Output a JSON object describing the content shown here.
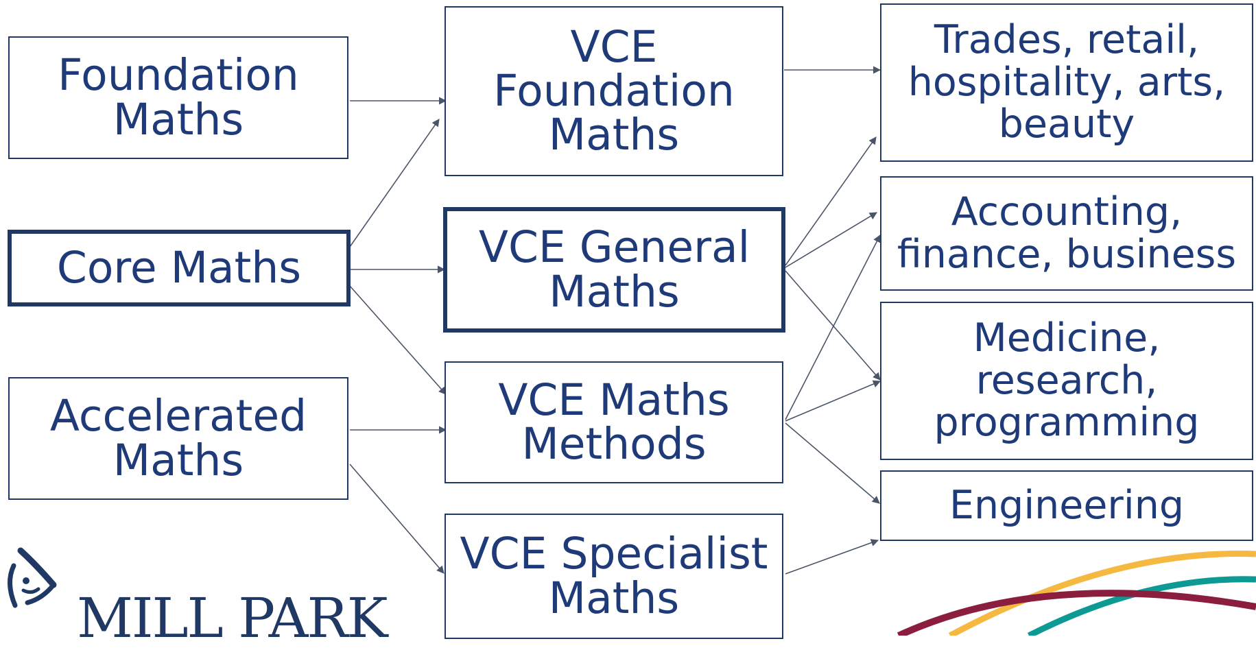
{
  "diagram": {
    "column1": [
      {
        "label": "Foundation\nMaths"
      },
      {
        "label": "Core Maths"
      },
      {
        "label": "Accelerated\nMaths"
      }
    ],
    "column2": [
      {
        "label": "VCE\nFoundation\nMaths"
      },
      {
        "label": "VCE General\nMaths"
      },
      {
        "label": "VCE Maths\nMethods"
      },
      {
        "label": "VCE Specialist\nMaths"
      }
    ],
    "column3": [
      {
        "label": "Trades, retail,\nhospitality, arts,\nbeauty"
      },
      {
        "label": "Accounting,\nfinance, business"
      },
      {
        "label": "Medicine,\nresearch,\nprogramming"
      },
      {
        "label": "Engineering"
      }
    ],
    "emphasis": [
      "Core Maths",
      "VCE General\nMaths"
    ]
  },
  "logo": {
    "text": "MILL PARK"
  },
  "colors": {
    "box_border": "#1f3864",
    "text": "#1f3a78",
    "arrow": "#4a5568",
    "arc_orange": "#f5b942",
    "arc_teal": "#0e9a94",
    "arc_maroon": "#8b1e3f"
  }
}
